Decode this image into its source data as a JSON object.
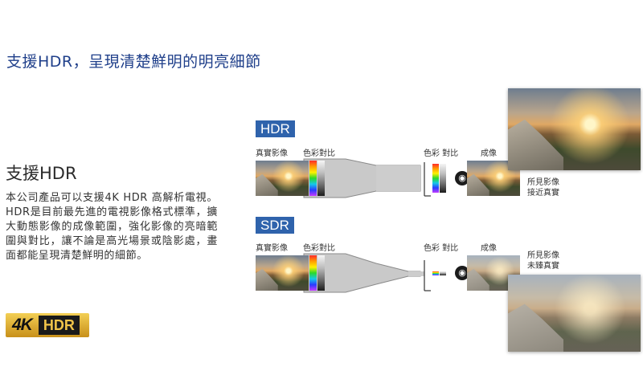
{
  "header": {
    "title": "支援HDR，呈現清楚鮮明的明亮細節"
  },
  "intro": {
    "heading": "支援HDR",
    "body": "本公司產品可以支援4K HDR 高解析電視。HDR是目前最先進的電視影像格式標準，擴大動態影像的成像範圍，強化影像的亮暗範圍與對比，讓不論是高光場景或陰影處，畫面都能呈現清楚鮮明的細節。"
  },
  "badge": {
    "left": "4K",
    "right": "HDR",
    "colors": {
      "gold": "#e2b23a",
      "dark": "#1a1a1a"
    }
  },
  "diagram": {
    "accent": "#2f63ac",
    "hdr": {
      "tag": "HDR",
      "labels": {
        "source": "真實影像",
        "gamut_in": "色彩對比",
        "gamut_out": "色彩 對比",
        "output": "成像"
      },
      "note_line1": "所見影像",
      "note_line2": "接近真實"
    },
    "sdr": {
      "tag": "SDR",
      "labels": {
        "source": "真實影像",
        "gamut_in": "色彩對比",
        "gamut_out": "色彩 對比",
        "output": "成像"
      },
      "note_line1": "所見影像",
      "note_line2": "未臻真實"
    },
    "eye_icon": "eye-icon"
  }
}
